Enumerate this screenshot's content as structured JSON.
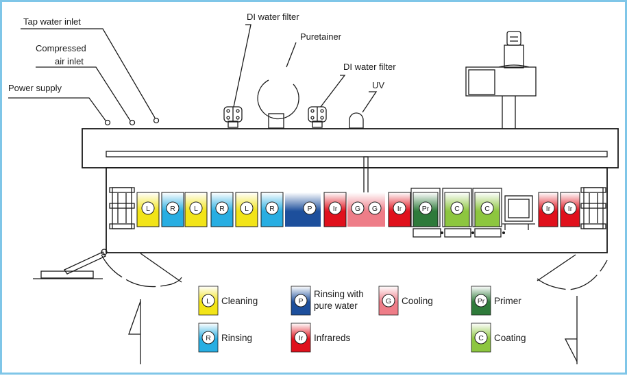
{
  "colors": {
    "border": "#7fc6e8",
    "yellow": "#f2e418",
    "cyan": "#28aee2",
    "blue": "#1d4f9c",
    "red": "#e0101c",
    "pink": "#ee7d88",
    "green": "#2e7a3a",
    "lime": "#8dc63f"
  },
  "callouts": {
    "tap_water": "Tap water inlet",
    "compressed_air_line1": "Compressed",
    "compressed_air_line2": "air inlet",
    "power_supply": "Power supply",
    "di_filter_1": "DI water filter",
    "puretainer": "Puretainer",
    "di_filter_2": "DI water filter",
    "uv": "UV"
  },
  "tanks": [
    {
      "letter": "L",
      "color": "yellow"
    },
    {
      "letter": "R",
      "color": "cyan"
    },
    {
      "letter": "L",
      "color": "yellow"
    },
    {
      "letter": "R",
      "color": "cyan"
    },
    {
      "letter": "L",
      "color": "yellow"
    },
    {
      "letter": "R",
      "color": "cyan"
    },
    {
      "letter": "",
      "color": "blue"
    },
    {
      "letter": "P",
      "color": "blue"
    },
    {
      "letter": "Ir",
      "color": "red"
    },
    {
      "letter": "G",
      "color": "pink"
    },
    {
      "letter": "G",
      "color": "pink"
    },
    {
      "letter": "Ir",
      "color": "red"
    },
    {
      "letter": "Pr",
      "color": "green"
    },
    {
      "letter": "C",
      "color": "lime"
    },
    {
      "letter": "C",
      "color": "lime"
    },
    {
      "letter": "Ir",
      "color": "red"
    },
    {
      "letter": "Ir",
      "color": "red"
    }
  ],
  "legend": [
    {
      "letter": "L",
      "color": "yellow",
      "text": [
        "Cleaning"
      ]
    },
    {
      "letter": "R",
      "color": "cyan",
      "text": [
        "Rinsing"
      ]
    },
    {
      "letter": "P",
      "color": "blue",
      "text": [
        "Rinsing with",
        "pure water"
      ]
    },
    {
      "letter": "Ir",
      "color": "red",
      "text": [
        "Infrareds"
      ]
    },
    {
      "letter": "G",
      "color": "pink",
      "text": [
        "Cooling"
      ]
    },
    {
      "letter": "Pr",
      "color": "green",
      "text": [
        "Primer"
      ]
    },
    {
      "letter": "C",
      "color": "lime",
      "text": [
        "Coating"
      ]
    }
  ]
}
